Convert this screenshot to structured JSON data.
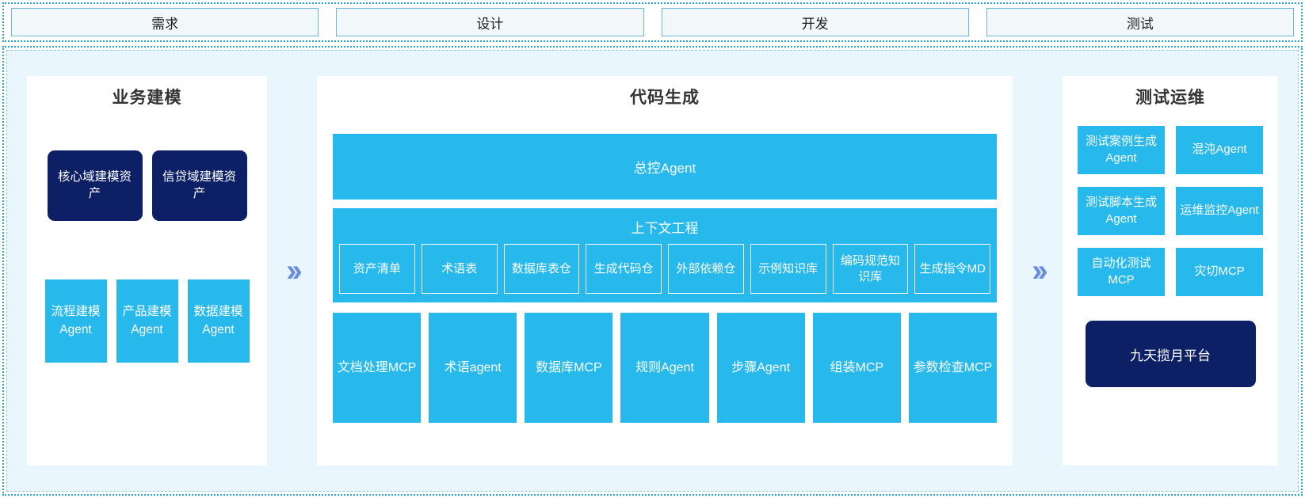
{
  "phases": {
    "items": [
      {
        "label": "需求"
      },
      {
        "label": "设计"
      },
      {
        "label": "开发"
      },
      {
        "label": "测试"
      }
    ]
  },
  "arrows": {
    "glyph": "››"
  },
  "left_panel": {
    "title": "业务建模",
    "assets": [
      {
        "label": "核心域建模资产"
      },
      {
        "label": "信贷域建模资产"
      }
    ],
    "agents": [
      {
        "label": "流程建模Agent"
      },
      {
        "label": "产品建模Agent"
      },
      {
        "label": "数据建模Agent"
      }
    ]
  },
  "center_panel": {
    "title": "代码生成",
    "controller": {
      "label": "总控Agent"
    },
    "context": {
      "title": "上下文工程",
      "items": [
        {
          "label": "资产清单"
        },
        {
          "label": "术语表"
        },
        {
          "label": "数据库表仓"
        },
        {
          "label": "生成代码仓"
        },
        {
          "label": "外部依赖仓"
        },
        {
          "label": "示例知识库"
        },
        {
          "label": "编码规范知识库"
        },
        {
          "label": "生成指令MD"
        }
      ]
    },
    "tools": [
      {
        "label": "文档处理MCP"
      },
      {
        "label": "术语agent"
      },
      {
        "label": "数据库MCP"
      },
      {
        "label": "规则Agent"
      },
      {
        "label": "步骤Agent"
      },
      {
        "label": "组装MCP"
      },
      {
        "label": "参数检查MCP"
      }
    ]
  },
  "right_panel": {
    "title": "测试运维",
    "cards": [
      {
        "label": "测试案例生成Agent"
      },
      {
        "label": "混沌Agent"
      },
      {
        "label": "测试脚本生成Agent"
      },
      {
        "label": "运维监控Agent"
      },
      {
        "label": "自动化测试MCP"
      },
      {
        "label": "灾切MCP"
      }
    ],
    "platform": {
      "label": "九天揽月平台"
    }
  },
  "colors": {
    "accent_cyan": "#27b9ec",
    "deep_navy": "#0d2066",
    "panel_bg": "#eaf6fd",
    "border_cyan": "#27a3cf",
    "chevron": "#6a8de0"
  }
}
